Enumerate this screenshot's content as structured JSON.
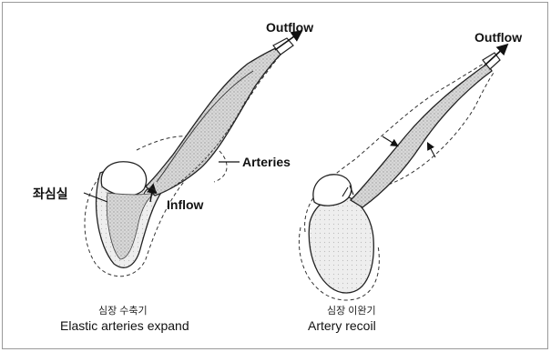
{
  "left_panel": {
    "outflow_label": "Outflow",
    "arteries_label": "Arteries",
    "ventricle_label": "좌심실",
    "inflow_label": "Inflow",
    "caption_ko": "심장 수축기",
    "caption_en": "Elastic arteries expand"
  },
  "right_panel": {
    "outflow_label": "Outflow",
    "caption_ko": "심장 이완기",
    "caption_en": "Artery recoil"
  }
}
